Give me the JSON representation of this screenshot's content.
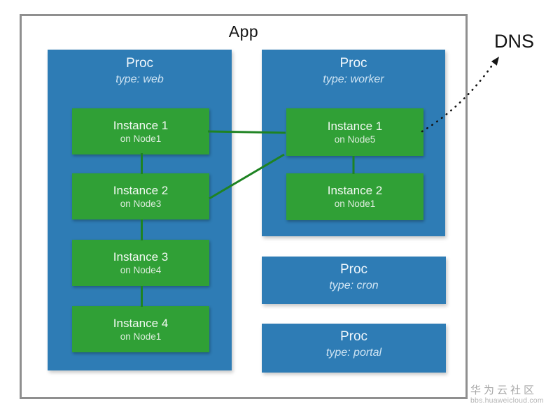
{
  "app": {
    "title": "App"
  },
  "dns_label": "DNS",
  "procs": [
    {
      "title": "Proc",
      "type_label": "type: web",
      "instances": [
        {
          "name": "Instance 1",
          "node": "on Node1"
        },
        {
          "name": "Instance 2",
          "node": "on Node3"
        },
        {
          "name": "Instance 3",
          "node": "on Node4"
        },
        {
          "name": "Instance 4",
          "node": "on Node1"
        }
      ]
    },
    {
      "title": "Proc",
      "type_label": "type: worker",
      "instances": [
        {
          "name": "Instance 1",
          "node": "on Node5"
        },
        {
          "name": "Instance 2",
          "node": "on Node1"
        }
      ]
    },
    {
      "title": "Proc",
      "type_label": "type: cron",
      "instances": []
    },
    {
      "title": "Proc",
      "type_label": "type: portal",
      "instances": []
    }
  ],
  "connections": [
    "web.instance1 - worker.instance1",
    "web.instance2 - worker.instance1",
    "web.instance1 - web.instance2 - web.instance3 - web.instance4",
    "worker.instance1 - worker.instance2",
    "worker.instance1 -> DNS (dotted arrow)"
  ],
  "watermark": {
    "line1": "华为云社区",
    "line2": "bbs.huaweicloud.com"
  },
  "colors": {
    "proc_fill": "#2e7cb5",
    "instance_fill": "#30a036",
    "connector_line": "#1e8322",
    "frame_border": "#8f8f8f",
    "title_text": "#141414",
    "watermark_text": "#a8a8a8"
  }
}
